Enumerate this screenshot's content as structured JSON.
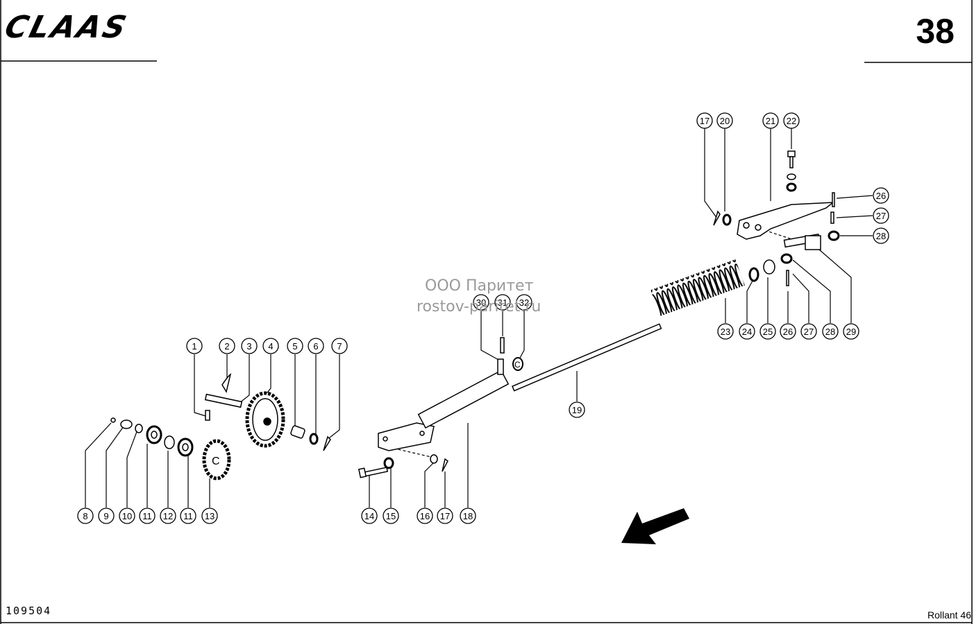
{
  "header": {
    "brand": "CLAAS",
    "page_number": "38"
  },
  "footer": {
    "drawing_id": "109504",
    "model": "Rollant 46"
  },
  "watermark": {
    "line1": "ООО Паритет",
    "line2": "rostov-paritet.ru"
  },
  "callouts": [
    {
      "id": "c1",
      "label": "1"
    },
    {
      "id": "c2",
      "label": "2"
    },
    {
      "id": "c3",
      "label": "3"
    },
    {
      "id": "c4",
      "label": "4"
    },
    {
      "id": "c5",
      "label": "5"
    },
    {
      "id": "c6",
      "label": "6"
    },
    {
      "id": "c7",
      "label": "7"
    },
    {
      "id": "c8",
      "label": "8"
    },
    {
      "id": "c9",
      "label": "9"
    },
    {
      "id": "c10",
      "label": "10"
    },
    {
      "id": "c11a",
      "label": "11"
    },
    {
      "id": "c12",
      "label": "12"
    },
    {
      "id": "c11b",
      "label": "11"
    },
    {
      "id": "c13",
      "label": "13"
    },
    {
      "id": "c14",
      "label": "14"
    },
    {
      "id": "c15",
      "label": "15"
    },
    {
      "id": "c16",
      "label": "16"
    },
    {
      "id": "c17b",
      "label": "17"
    },
    {
      "id": "c18",
      "label": "18"
    },
    {
      "id": "c19",
      "label": "19"
    },
    {
      "id": "c30",
      "label": "30"
    },
    {
      "id": "c31",
      "label": "31"
    },
    {
      "id": "c32",
      "label": "32"
    },
    {
      "id": "c17a",
      "label": "17"
    },
    {
      "id": "c20",
      "label": "20"
    },
    {
      "id": "c21",
      "label": "21"
    },
    {
      "id": "c22",
      "label": "22"
    },
    {
      "id": "c26a",
      "label": "26"
    },
    {
      "id": "c27a",
      "label": "27"
    },
    {
      "id": "c28a",
      "label": "28"
    },
    {
      "id": "c23",
      "label": "23"
    },
    {
      "id": "c24",
      "label": "24"
    },
    {
      "id": "c25",
      "label": "25"
    },
    {
      "id": "c26b",
      "label": "26"
    },
    {
      "id": "c27b",
      "label": "27"
    },
    {
      "id": "c28b",
      "label": "28"
    },
    {
      "id": "c29",
      "label": "29"
    }
  ]
}
